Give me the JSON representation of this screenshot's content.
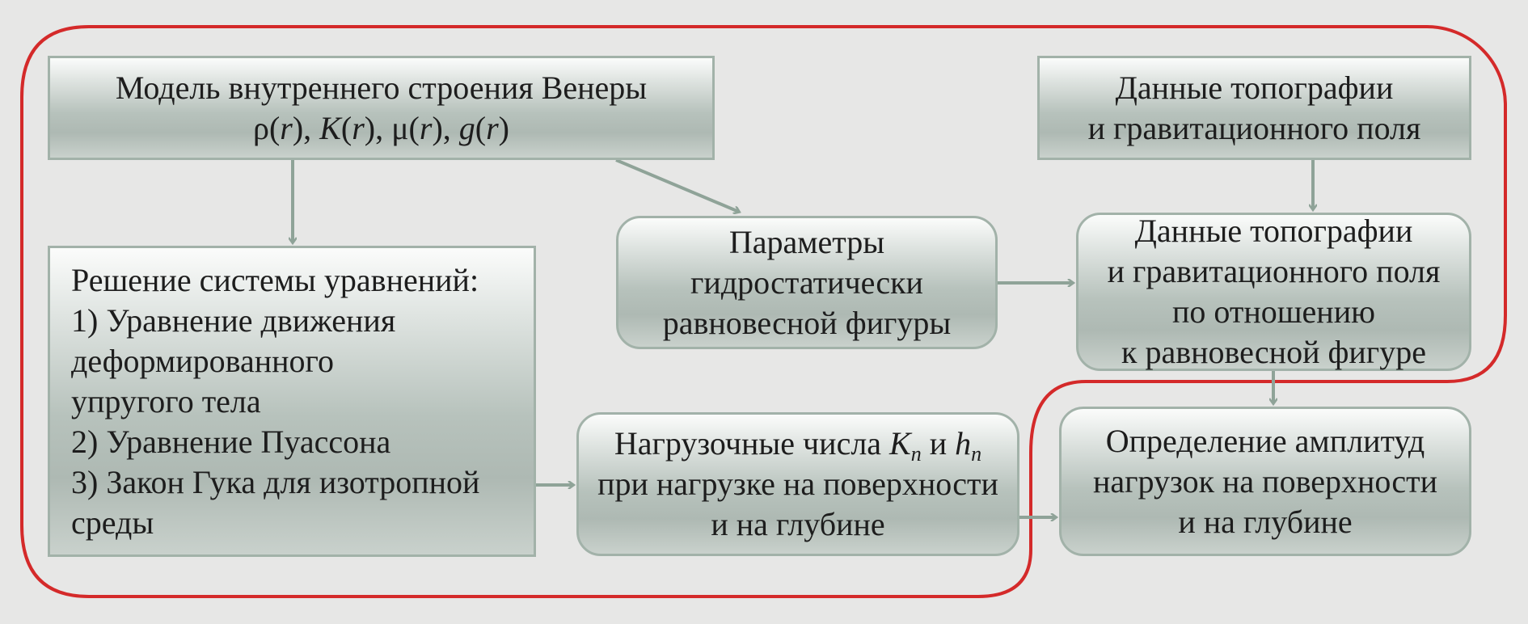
{
  "colors": {
    "loop": "#d42a2a",
    "arrow": "#8fa398",
    "box_border": "#a2b2a9",
    "background": "#e7e7e6"
  },
  "venus_model": {
    "line1": "Модель внутреннего строения Венеры",
    "f1": "ρ(",
    "v1": "r",
    "c1": "), ",
    "f2": "K",
    "p2": "(",
    "v2": "r",
    "c2": "), ",
    "f3": "μ(",
    "v3": "r",
    "c3": "), ",
    "f4": "g",
    "p4": "(",
    "v4": "r",
    "c4": ")"
  },
  "topo_data": {
    "lines": [
      "Данные топографии",
      "и гравитационного поля"
    ]
  },
  "equations": {
    "lines": [
      "Решение системы уравнений:",
      "1) Уравнение движения",
      "деформированного",
      "упругого тела",
      "2) Уравнение Пуассона",
      "3) Закон Гука для изотропной",
      "среды"
    ]
  },
  "hydrostatic": {
    "lines": [
      "Параметры",
      "гидростатически",
      "равновесной фигуры"
    ]
  },
  "topo_relative": {
    "lines": [
      "Данные топографии",
      "и гравитационного поля",
      "по отношению",
      "к равновесной фигуре"
    ]
  },
  "load_numbers": {
    "prefix": "Нагрузочные числа ",
    "k": "K",
    "k_sub": "n",
    "mid": " и ",
    "h": "h",
    "h_sub": "n",
    "lines": [
      "при нагрузке на поверхности",
      "и на глубине"
    ]
  },
  "amplitudes": {
    "lines": [
      "Определение амплитуд",
      "нагрузок на поверхности",
      "и на глубине"
    ]
  }
}
